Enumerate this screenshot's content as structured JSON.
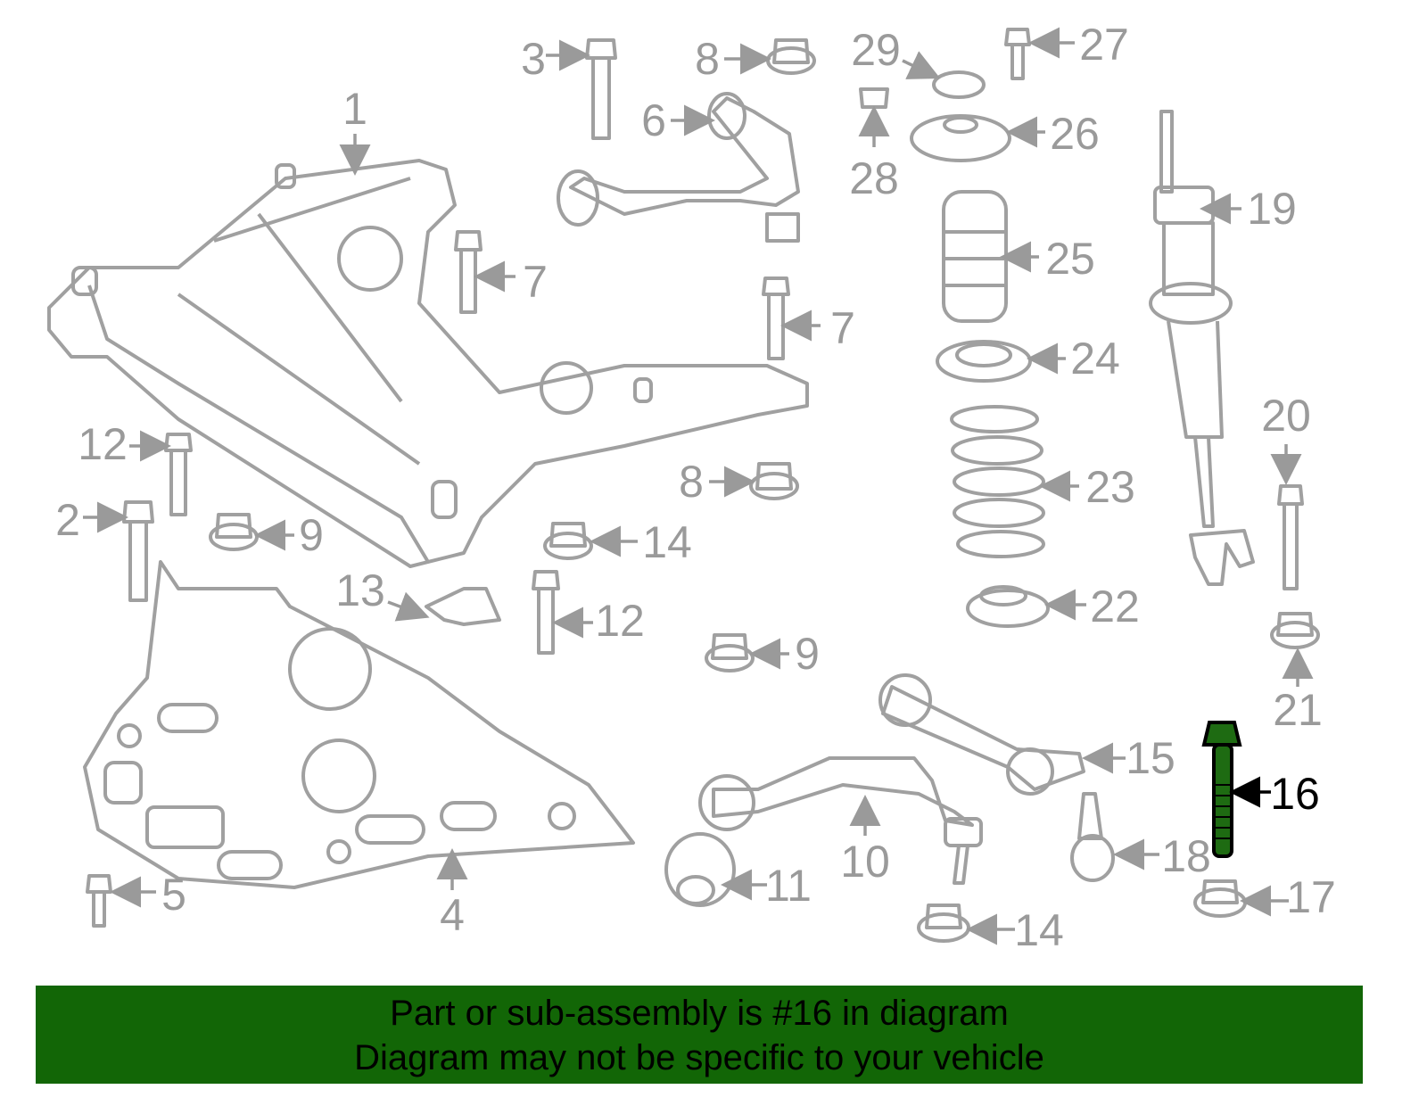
{
  "diagram": {
    "highlight_color": "#1e6b12",
    "highlighted_part": "16",
    "callouts": [
      "1",
      "3",
      "8",
      "29",
      "27",
      "6",
      "28",
      "26",
      "19",
      "7",
      "25",
      "7",
      "24",
      "20",
      "12",
      "8",
      "23",
      "2",
      "9",
      "14",
      "13",
      "12",
      "22",
      "9",
      "21",
      "15",
      "16",
      "10",
      "18",
      "11",
      "5",
      "17",
      "4",
      "14"
    ]
  },
  "banner": {
    "line1": "Part or sub-assembly is #16 in diagram",
    "line2": "Diagram may not be specific to your vehicle",
    "color": "#126606"
  }
}
